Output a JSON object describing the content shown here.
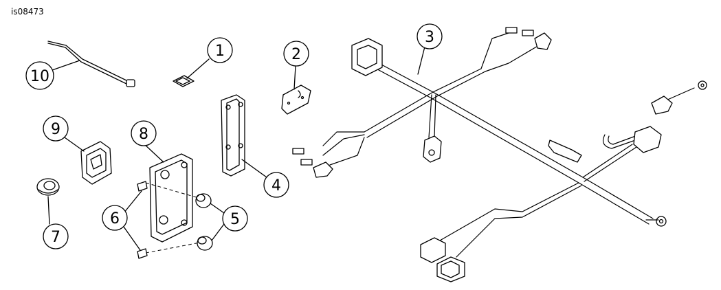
{
  "figure": {
    "id_label": "is08473"
  },
  "callouts": [
    {
      "number": "1"
    },
    {
      "number": "2"
    },
    {
      "number": "3"
    },
    {
      "number": "4"
    },
    {
      "number": "5"
    },
    {
      "number": "6"
    },
    {
      "number": "7"
    },
    {
      "number": "8"
    },
    {
      "number": "9"
    },
    {
      "number": "10"
    }
  ],
  "colors": {
    "line": "#000000",
    "background": "#ffffff"
  }
}
